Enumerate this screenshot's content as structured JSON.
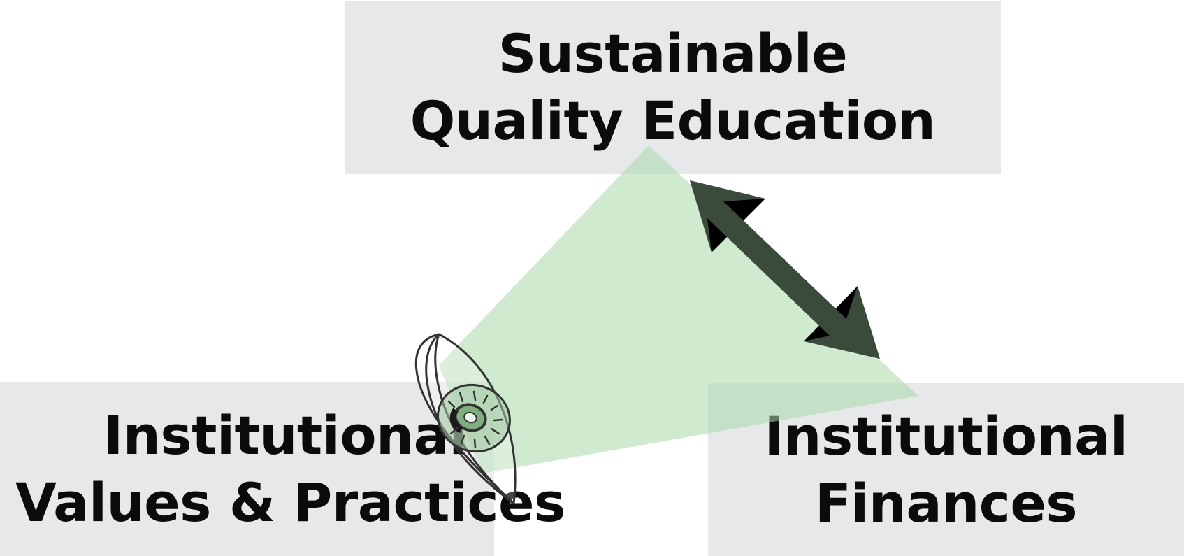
{
  "diagram": {
    "nodes": {
      "top": {
        "line1": "Sustainable",
        "line2": "Quality Education"
      },
      "left": {
        "line1": "Institutional",
        "line2": "Values & Practices"
      },
      "right": {
        "line1": "Institutional",
        "line2": "Finances"
      }
    },
    "icons": {
      "viewpoint": "eye-icon",
      "connector": "double-headed-arrow"
    },
    "colors": {
      "box_fill": "#e7e8ea",
      "text": "#0b0b0b",
      "view_cone": "#a8d8a8",
      "arrow": "#000000",
      "eye_stroke": "#333333"
    }
  }
}
